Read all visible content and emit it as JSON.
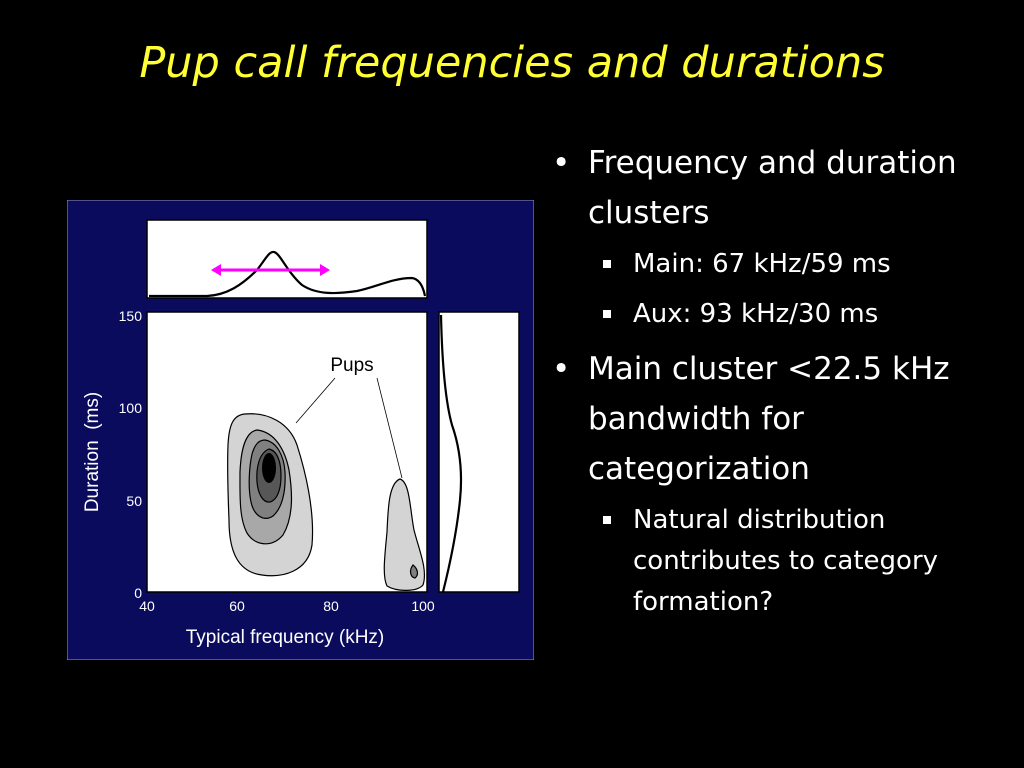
{
  "slide": {
    "title": "Pup call frequencies and durations"
  },
  "bullets": [
    {
      "text": "Frequency and duration clusters",
      "sub": [
        "Main: 67 kHz/59 ms",
        "Aux: 93 kHz/30 ms"
      ]
    },
    {
      "text": "Main cluster <22.5 kHz bandwidth for categorization",
      "sub": [
        "Natural distribution contributes to category formation?"
      ]
    }
  ],
  "figure": {
    "xlabel": "Typical frequency (kHz)",
    "ylabel": "Duration  (ms)",
    "annotation": "Pups",
    "xticks": [
      "40",
      "60",
      "80",
      "100"
    ],
    "yticks": [
      "0",
      "50",
      "100",
      "150"
    ],
    "colors": {
      "frame": "#0b0b5e",
      "arrow": "#ff00ff",
      "plot_bg": "#ffffff"
    }
  }
}
